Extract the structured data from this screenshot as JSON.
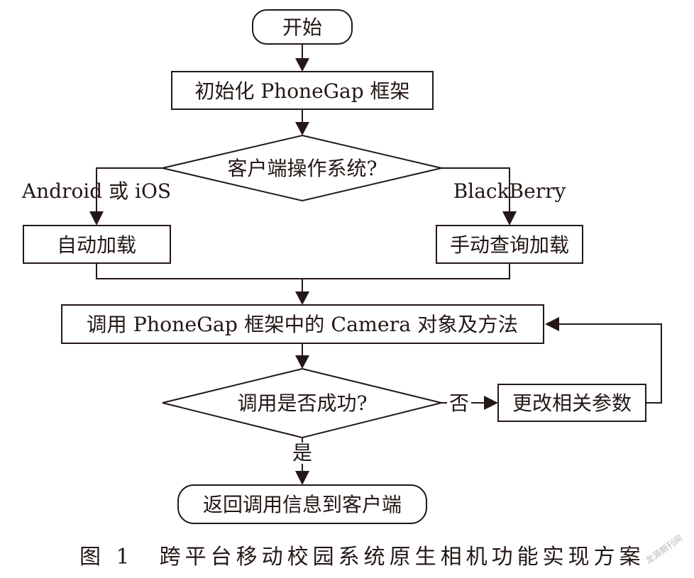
{
  "flowchart": {
    "start": "开始",
    "init": "初始化 PhoneGap 框架",
    "os_decision": "客户端操作系统?",
    "branch_left": "Android 或 iOS",
    "branch_right": "BlackBerry",
    "auto_load": "自动加载",
    "manual_load": "手动查询加载",
    "invoke": "调用 PhoneGap 框架中的 Camera 对象及方法",
    "success_decision": "调用是否成功?",
    "no_label": "否",
    "yes_label": "是",
    "change_params": "更改相关参数",
    "end": "返回调用信息到客户端"
  },
  "caption": "图 1　跨平台移动校园系统原生相机功能实现方案",
  "watermark": "龙源期刊网",
  "colors": {
    "ink": "#231815",
    "background": "#ffffff"
  }
}
